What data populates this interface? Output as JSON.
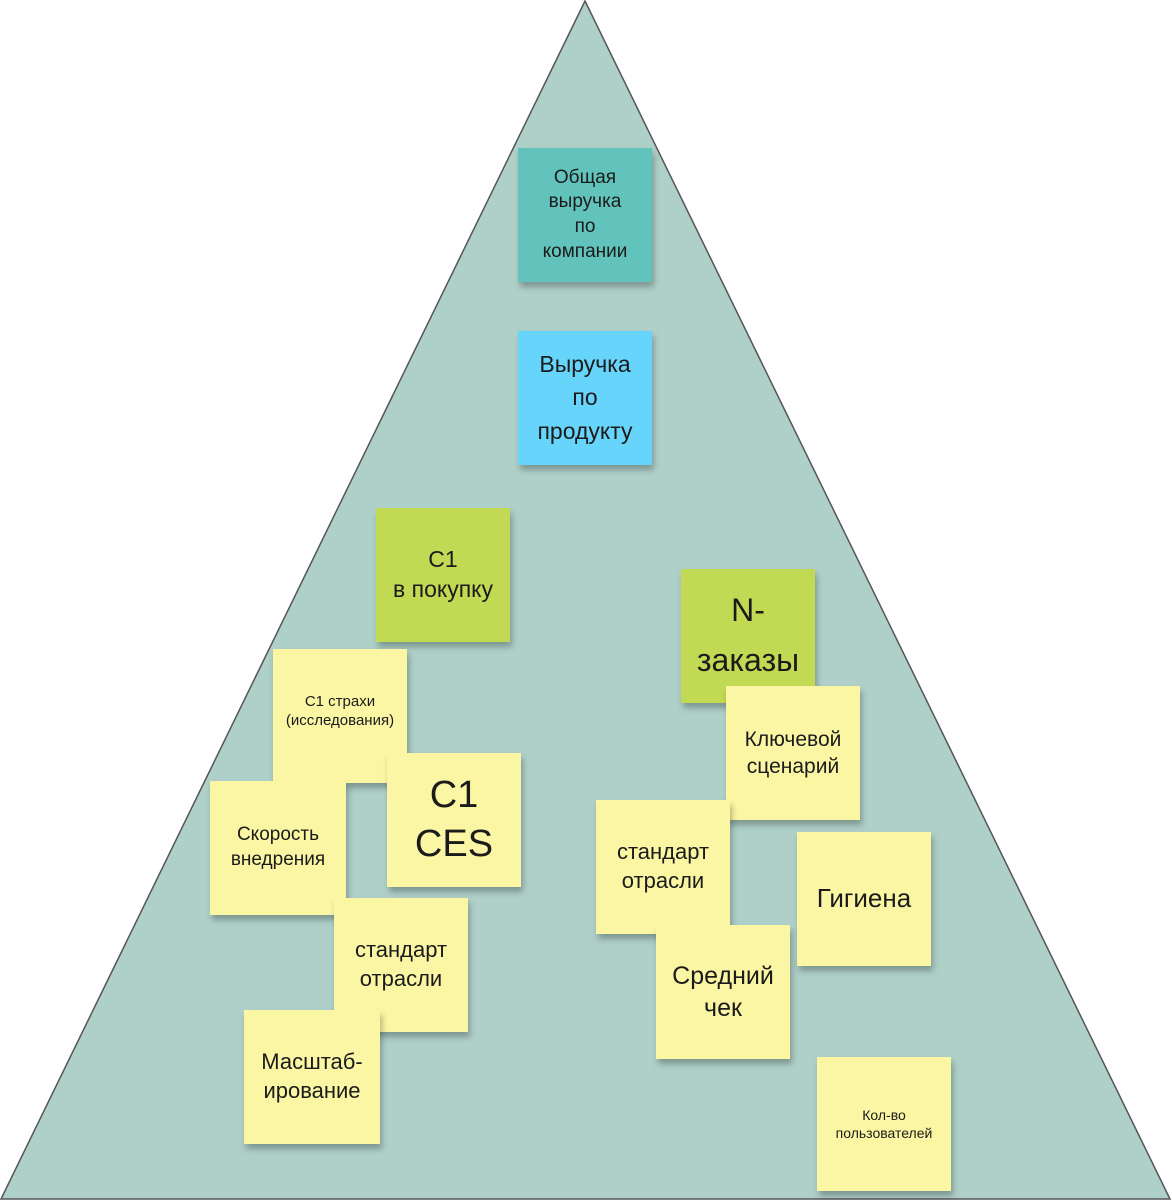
{
  "diagram": {
    "colors": {
      "pyramid_fill": "#afd0c8",
      "pyramid_stroke": "#555555",
      "sticky_yellow": "#fbf6a3",
      "sticky_teal": "#62c3bc",
      "sticky_blue": "#66d4fb",
      "sticky_green": "#c2d953"
    },
    "notes": {
      "company_revenue": "Общая\nвыручка\nпо\nкомпании",
      "product_revenue": "Выручка\nпо\nпродукту",
      "c1_purchase": "C1\nв покупку",
      "n_orders": "N-\nзаказы",
      "c1_fears": "С1 страхи\n(исследования)",
      "key_scenario": "Ключевой\nсценарий",
      "implementation_speed": "Скорость\nвнедрения",
      "c1_ces": "C1\nCES",
      "industry_standard_right": "стандарт\nотрасли",
      "hygiene": "Гигиена",
      "industry_standard_left": "стандарт\nотрасли",
      "average_check": "Средний\nчек",
      "scaling": "Масштаб-\nирование",
      "user_count": "Кол-во\nпользователей"
    }
  }
}
